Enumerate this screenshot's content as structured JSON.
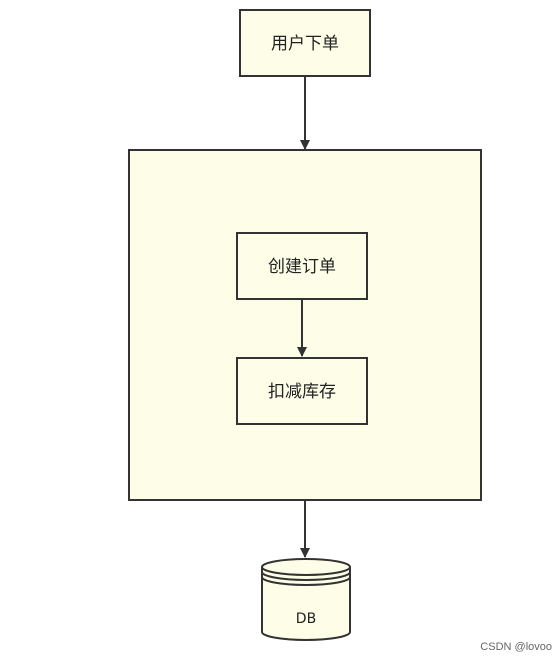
{
  "diagram": {
    "nodes": {
      "place_order": "用户下单",
      "create_order": "创建订单",
      "deduct_stock": "扣减库存",
      "database": "DB"
    },
    "colors": {
      "fill": "#fdfde8",
      "stroke": "#333333",
      "arrow": "#333333"
    }
  },
  "watermark": "CSDN @lovoo"
}
